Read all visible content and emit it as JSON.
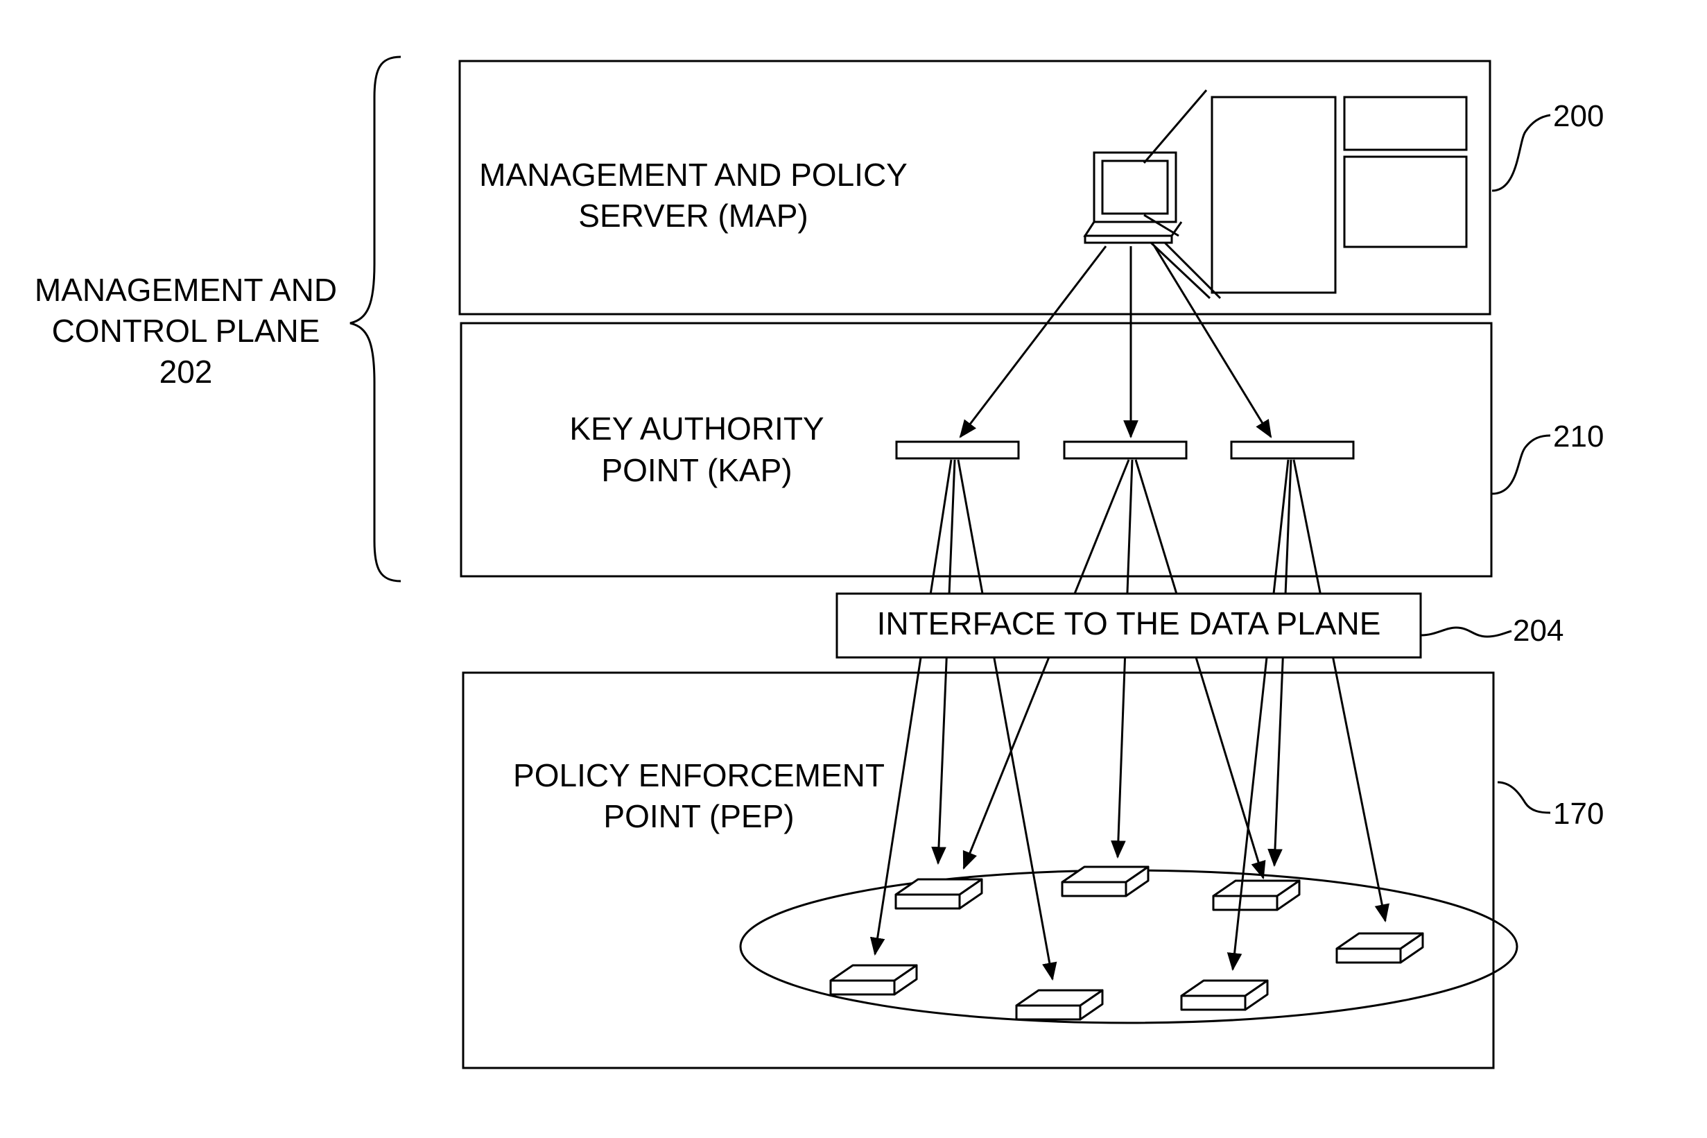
{
  "plane": {
    "line1": "MANAGEMENT AND",
    "line2": "CONTROL PLANE",
    "ref": "202"
  },
  "map": {
    "line1": "MANAGEMENT AND POLICY",
    "line2": "SERVER (MAP)",
    "ref": "200"
  },
  "kap": {
    "line1": "KEY AUTHORITY",
    "line2": "POINT (KAP)",
    "ref": "210"
  },
  "interface": {
    "label": "INTERFACE TO THE DATA PLANE",
    "ref": "204"
  },
  "pep": {
    "line1": "POLICY ENFORCEMENT",
    "line2": "POINT (PEP)",
    "ref": "170"
  }
}
